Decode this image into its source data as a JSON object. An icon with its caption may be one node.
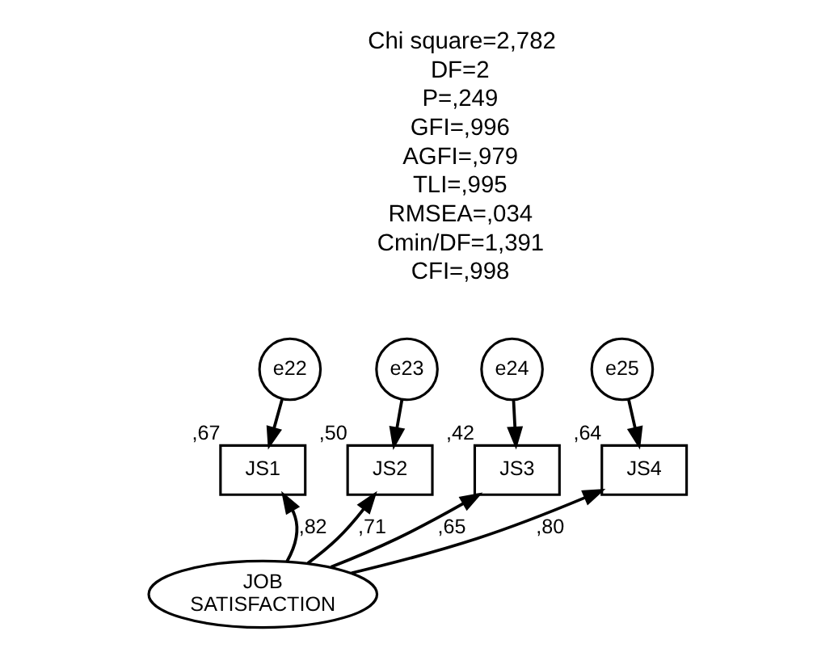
{
  "diagram": {
    "nodes": [
      {
        "text": [
          "e22"
        ]
      },
      {
        "text": [
          "e23"
        ]
      },
      {
        "text": [
          "e24"
        ]
      },
      {
        "text": [
          "e25"
        ]
      },
      {
        "text": [
          "JS1"
        ],
        "beside": [
          ",67"
        ]
      },
      {
        "text": [
          "JS2"
        ],
        "beside": [
          ",50"
        ]
      },
      {
        "text": [
          "JS3"
        ],
        "beside": [
          ",42"
        ]
      },
      {
        "text": [
          "JS4"
        ],
        "beside": [
          ",64"
        ]
      },
      {
        "text": [
          "JOB SATISFACTION"
        ]
      }
    ],
    "edges": [
      {
        "from": 0,
        "to": 4,
        "arrow": "to"
      },
      {
        "from": 1,
        "to": 5,
        "arrow": "to"
      },
      {
        "from": 2,
        "to": 6,
        "arrow": "to"
      },
      {
        "from": 3,
        "to": 7,
        "arrow": "to"
      },
      {
        "from": 8,
        "to": 4,
        "arrow": "to",
        "label": ",82"
      },
      {
        "from": 8,
        "to": 5,
        "arrow": "to",
        "label": ",71"
      },
      {
        "from": 8,
        "to": 6,
        "arrow": "to",
        "label": ",65"
      },
      {
        "from": 8,
        "to": 7,
        "arrow": "to",
        "label": ",80"
      }
    ],
    "labels": [
      "Chi square=2,782",
      "DF=2",
      "P=,249",
      "GFI=,996",
      "AGFI=,979",
      "TLI=,995",
      "RMSEA=,034",
      "Cmin/DF=1,391",
      "CFI=,998"
    ]
  }
}
